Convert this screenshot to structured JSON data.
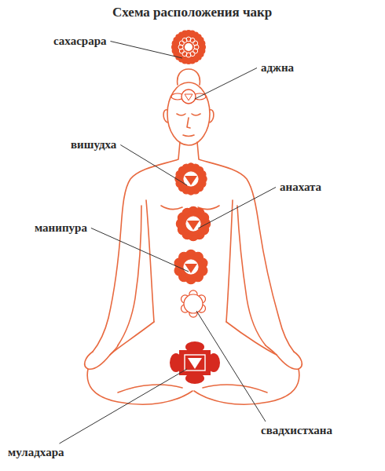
{
  "diagram": {
    "title": "Схема расположения чакр",
    "labels": [
      "сахасрара",
      "аджна",
      "вишудха",
      "анахата",
      "манипура",
      "свадхистхана",
      "муладхара"
    ]
  }
}
